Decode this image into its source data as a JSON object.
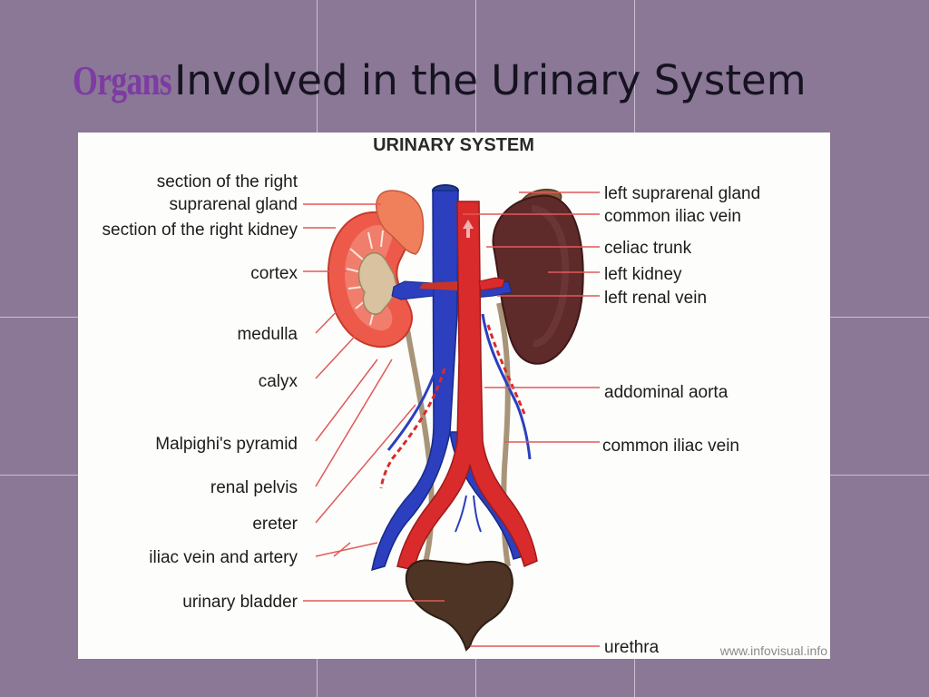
{
  "slide": {
    "title_accent": "Organs",
    "title_rest": "Involved in the Urinary System"
  },
  "diagram": {
    "title": "URINARY SYSTEM",
    "left_labels": [
      "section of the right",
      "suprarenal gland",
      "section of the right kidney",
      "cortex",
      "medulla",
      "calyx",
      "Malpighi's pyramid",
      "renal pelvis",
      "ereter",
      "iliac vein and artery",
      "urinary bladder"
    ],
    "right_labels": [
      "left suprarenal gland",
      "common iliac vein",
      "celiac trunk",
      "left kidney",
      "left renal vein",
      "addominal aorta",
      "common iliac vein",
      "urethra"
    ],
    "credit": "www.infovisual.info"
  },
  "colors": {
    "background": "#8a7896",
    "title_accent": "#7d3ba3",
    "vein": "#2b3fbf",
    "artery": "#d92b2b",
    "label_line": "#e05a5a",
    "kidney_left": "#5e2a2a",
    "kidney_right_section": "#ee5a4a",
    "bladder": "#4d3424"
  }
}
